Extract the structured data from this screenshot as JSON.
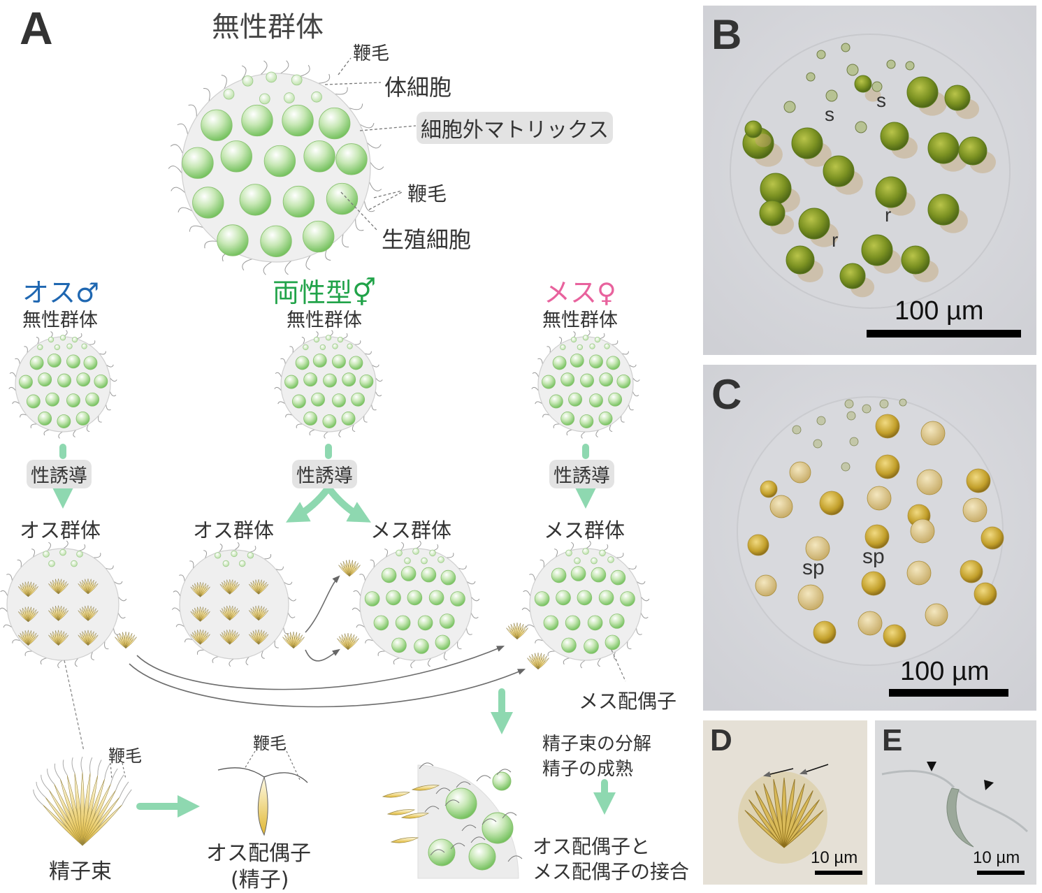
{
  "panel_letters": {
    "a": "A",
    "b": "B",
    "c": "C",
    "d": "D",
    "e": "E"
  },
  "main_colony": {
    "title": "無性群体",
    "labels": {
      "flagella_top": "鞭毛",
      "somatic_cell": "体細胞",
      "ecm": "細胞外マトリックス",
      "flagella_right": "鞭毛",
      "gonidium": "生殖細胞"
    }
  },
  "columns": {
    "male": {
      "sex": "オス♂",
      "asexual": "無性群体",
      "induction": "性誘導",
      "result": "オス群体"
    },
    "bisexual": {
      "sex": "両性型⚥",
      "asexual": "無性群体",
      "induction": "性誘導",
      "result_male": "オス群体",
      "result_female": "メス群体"
    },
    "female": {
      "sex": "メス♀",
      "asexual": "無性群体",
      "induction": "性誘導",
      "result": "メス群体"
    }
  },
  "female_gamete_label": "メス配偶子",
  "sperm_packet": {
    "flagella": "鞭毛",
    "name": "精子束"
  },
  "male_gamete": {
    "flagella": "鞭毛",
    "name": "オス配偶子",
    "sub": "(精子)"
  },
  "fertilization": {
    "step1_line1": "精子束の分解",
    "step1_line2": "精子の成熟",
    "step2_line1": "オス配偶子と",
    "step2_line2": "メス配偶子の接合"
  },
  "photo_b": {
    "scale": "100 µm",
    "markers": [
      "s",
      "s",
      "r",
      "r"
    ]
  },
  "photo_c": {
    "scale": "100 µm",
    "markers": [
      "sp",
      "sp"
    ]
  },
  "photo_d": {
    "scale": "10 µm"
  },
  "photo_e": {
    "scale": "10 µm"
  },
  "colors": {
    "male_blue": "#1f67b1",
    "bisexual_green": "#21a349",
    "female_pink": "#e8629d",
    "arrow_green": "#8ed8b0",
    "cell_green": "#5cb548",
    "sperm_yellow": "#e3c24a"
  }
}
